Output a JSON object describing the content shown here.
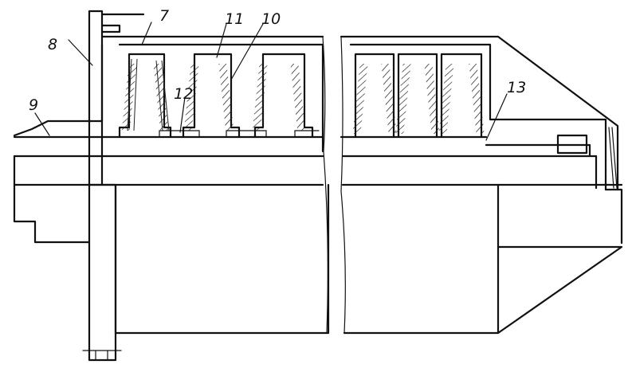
{
  "figure": {
    "callouts": [
      "7",
      "8",
      "9",
      "10",
      "11",
      "12",
      "13"
    ]
  }
}
